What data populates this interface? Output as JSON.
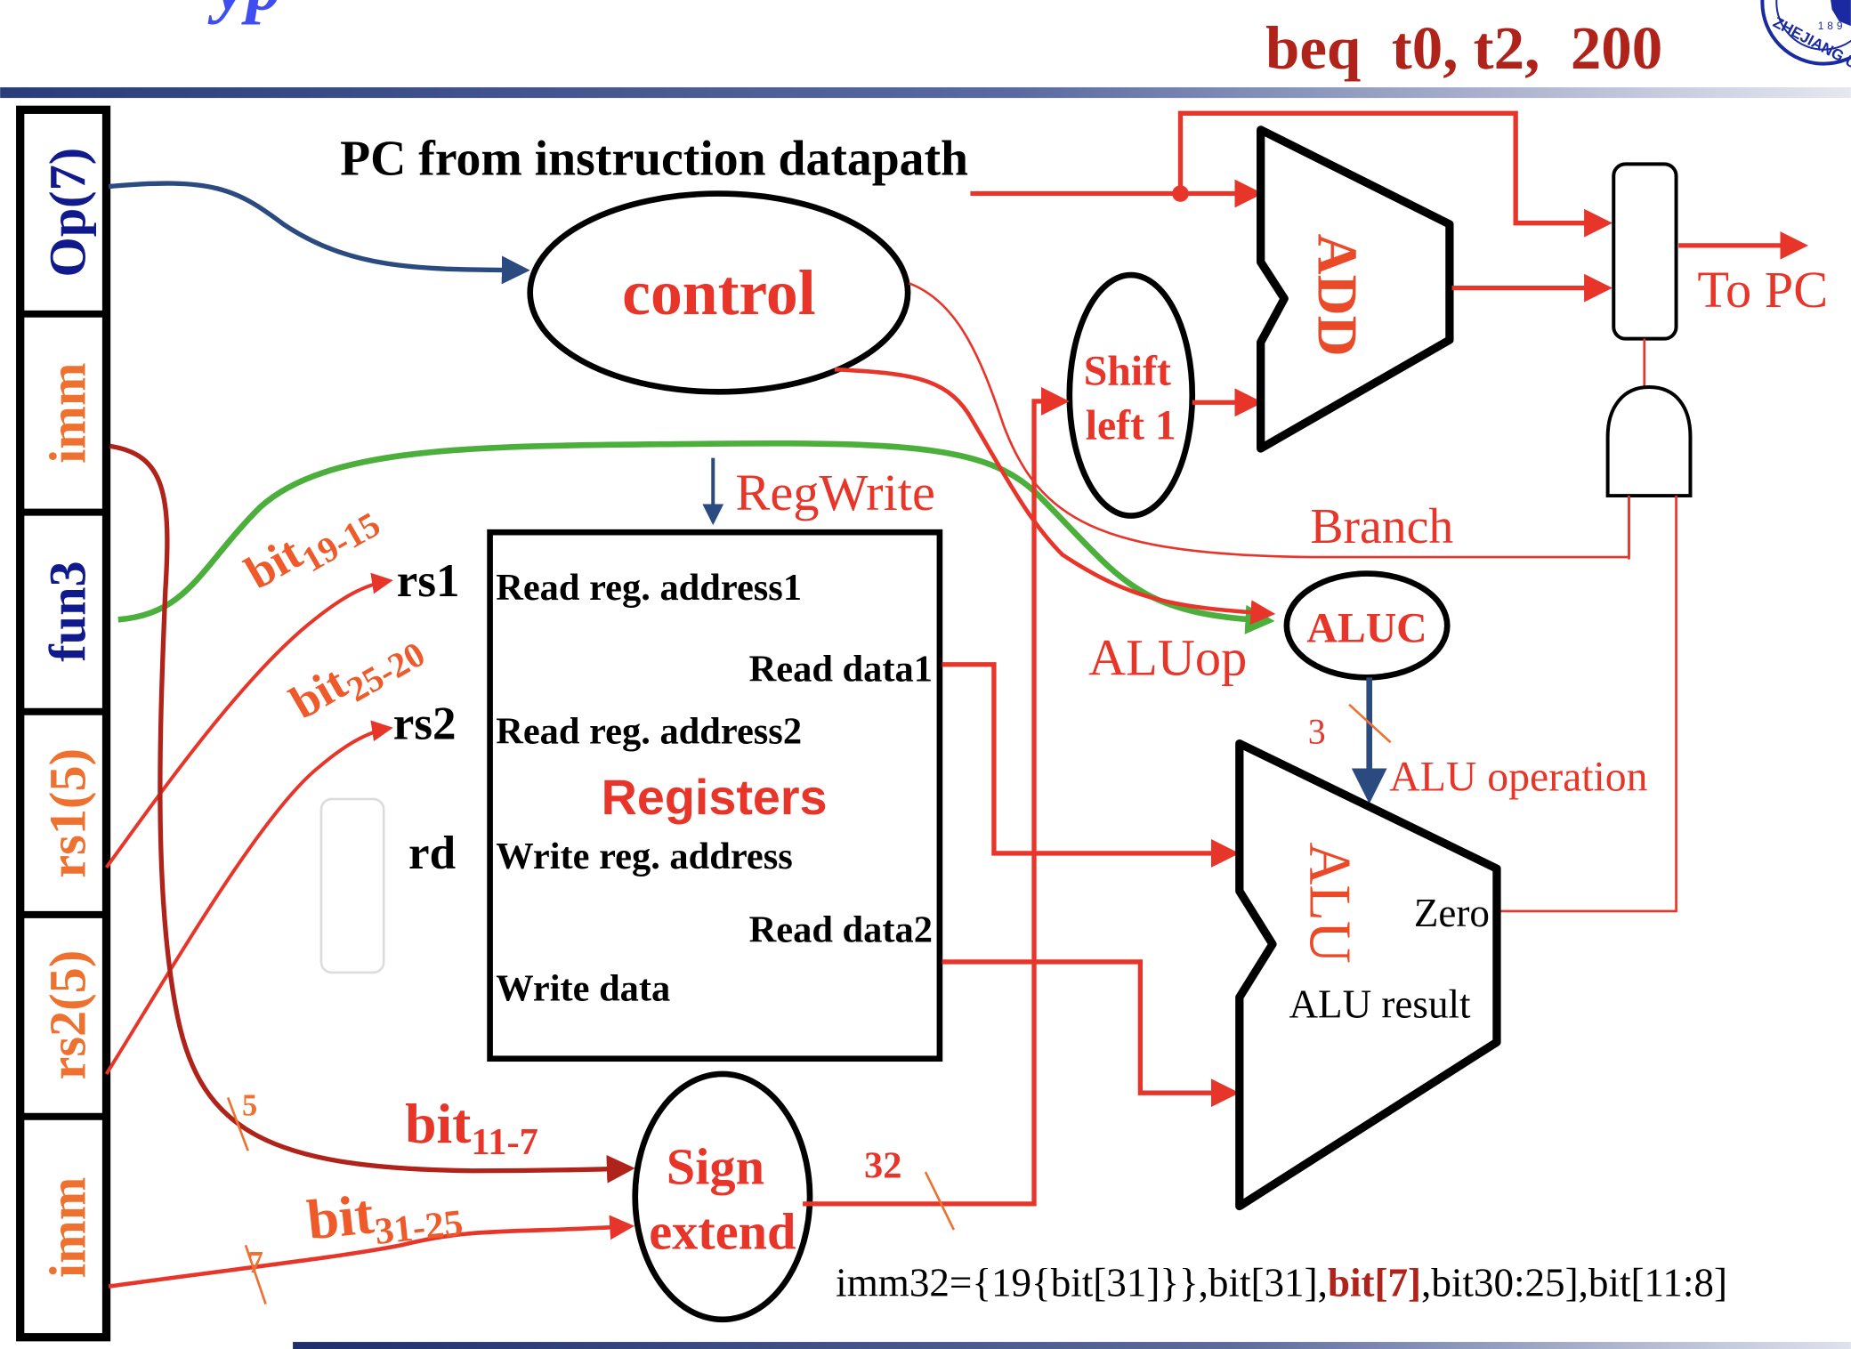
{
  "slide": {
    "title_fragment": "yp",
    "instruction": "beq  t0, t2,  200",
    "logo_text": "ZHEJIANG U",
    "logo_year_fragment": "189"
  },
  "colors": {
    "wire_red": "#e8352a",
    "wire_dark_red": "#b0231a",
    "wire_green": "#4caf3c",
    "wire_navy": "#2b4a80",
    "field_blue": "#101a8c",
    "field_orange": "#ee7130",
    "title_blue": "#3f4ef0"
  },
  "instruction_fields": [
    {
      "label": "Op(7)",
      "color": "navy"
    },
    {
      "label": "imm",
      "color": "orange"
    },
    {
      "label": "fun3",
      "color": "navy"
    },
    {
      "label": "rs1(5)",
      "color": "orange"
    },
    {
      "label": "rs2(5)",
      "color": "orange"
    },
    {
      "label": "imm",
      "color": "orange"
    }
  ],
  "labels": {
    "pc_from": "PC from instruction datapath",
    "control": "control",
    "shift_left_line1": "Shift",
    "shift_left_line2": "left 1",
    "add": "ADD",
    "to_pc": "To PC",
    "branch": "Branch",
    "regwrite": "RegWrite",
    "aluop": "ALUop",
    "aluc": "ALUC",
    "alu_op_width": "3",
    "alu_operation": "ALU operation",
    "alu": "ALU",
    "zero": "Zero",
    "alu_result": "ALU result",
    "sign_line1": "Sign",
    "sign_line2": "extend",
    "width_32": "32",
    "width_5": "5",
    "width_7": "7"
  },
  "bit_labels": {
    "rs1_bits": {
      "base": "bit",
      "sub": "19-15"
    },
    "rs2_bits": {
      "base": "bit",
      "sub": "25-20"
    },
    "imm_low_bits": {
      "base": "bit",
      "sub": "11-7"
    },
    "imm_high_bits": {
      "base": "bit",
      "sub": "31-25"
    }
  },
  "register_file": {
    "title": "Registers",
    "rs1": "rs1",
    "rs2": "rs2",
    "rd": "rd",
    "ports": {
      "read_addr1": "Read reg. address1",
      "read_data1": "Read data1",
      "read_addr2": "Read reg. address2",
      "write_addr": "Write reg. address",
      "read_data2": "Read data2",
      "write_data": "Write data"
    }
  },
  "imm_formula": {
    "prefix": "imm32={19{bit[31]}},bit[31],",
    "highlight": "bit[7]",
    "suffix": ",bit30:25],bit[11:8]"
  }
}
